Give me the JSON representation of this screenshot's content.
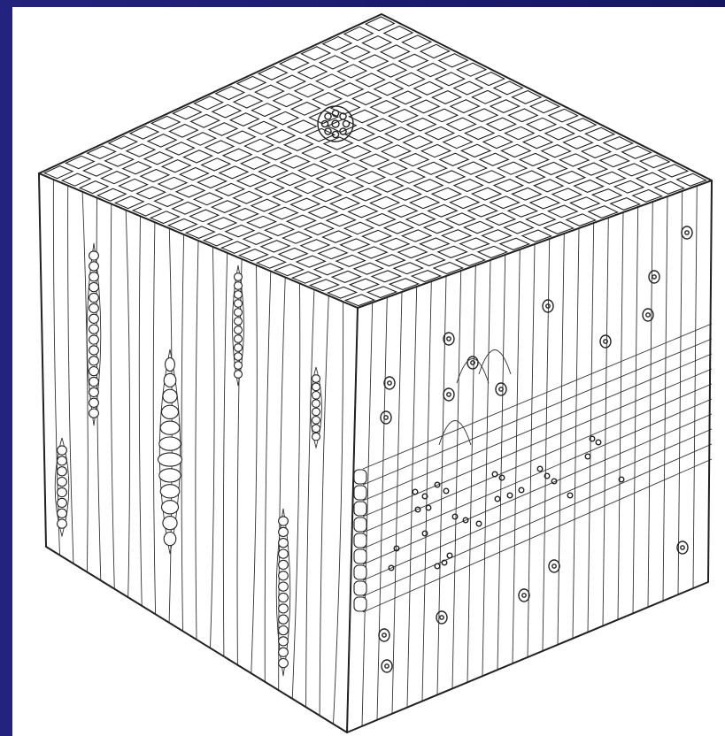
{
  "frame": {
    "background": "#1a1a6e",
    "paper": "#ffffff",
    "ink": "#222222"
  },
  "figure": {
    "subject": "wood-block-drawing",
    "faces": [
      "cross-section",
      "radial-section",
      "tangential-section"
    ]
  }
}
